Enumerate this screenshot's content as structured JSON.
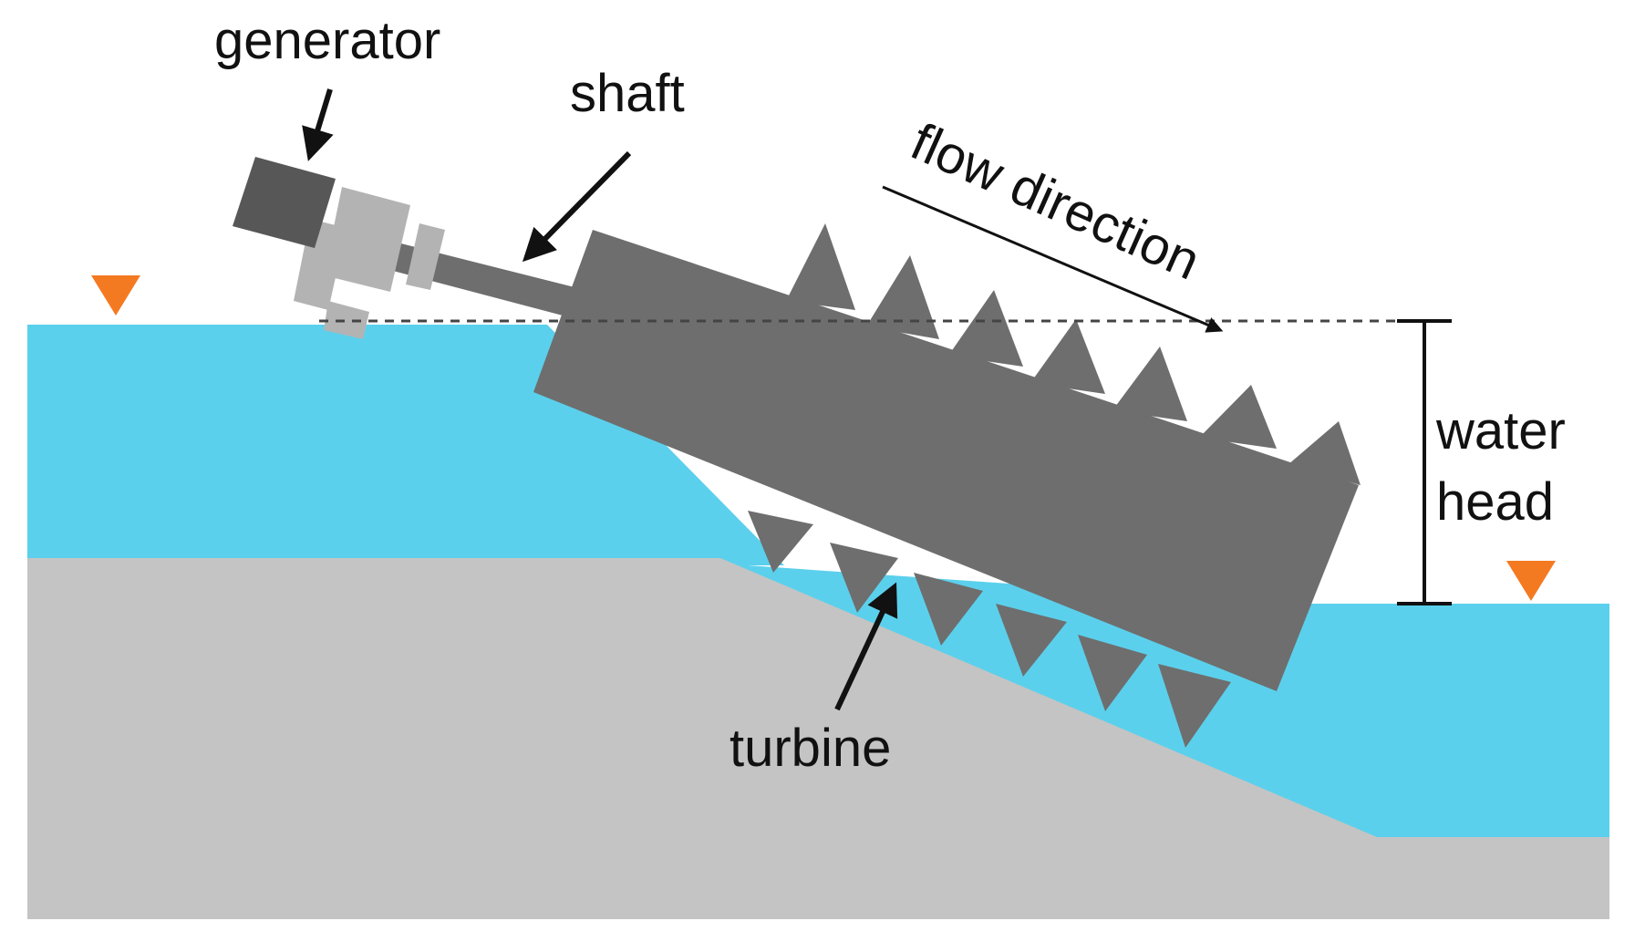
{
  "labels": {
    "generator": "generator",
    "shaft": "shaft",
    "flow_direction": "flow direction",
    "water_head_line1": "water",
    "water_head_line2": "head",
    "turbine": "turbine"
  },
  "colors": {
    "water": "#5bd0ec",
    "ground": "#c4c4c4",
    "screw": "#6e6e6e",
    "generator": "#575757",
    "coupling": "#b3b3b3",
    "marker": "#f47a22",
    "ink": "#111111"
  },
  "icons": {
    "water_level_marker": "inverted-triangle"
  }
}
